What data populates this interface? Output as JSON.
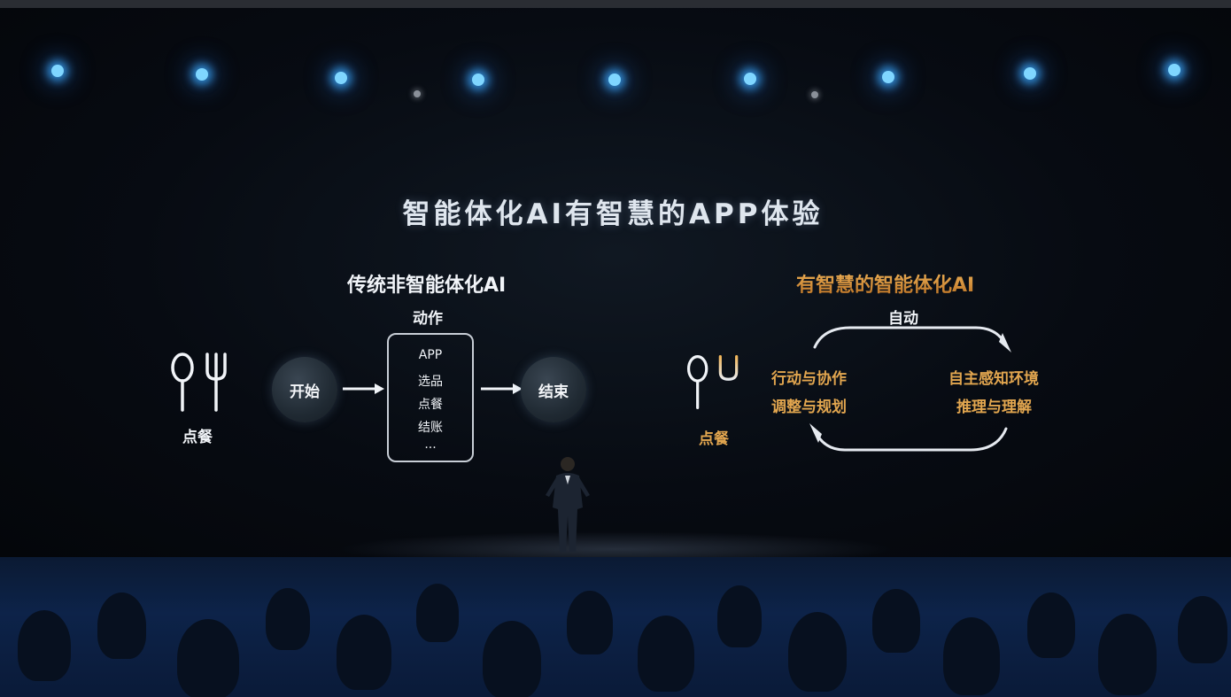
{
  "title": "智能体化AI有智慧的APP体验",
  "left": {
    "heading": "传统非智能体化AI",
    "icon_label": "点餐",
    "start": "开始",
    "end": "结束",
    "action_label": "动作",
    "action_items": [
      "APP",
      "选品",
      "点餐",
      "结账",
      "..."
    ]
  },
  "right": {
    "heading": "有智慧的智能体化AI",
    "icon_label": "点餐",
    "loop_label": "自动",
    "left_lines": [
      "行动与协作",
      "调整与规划"
    ],
    "right_lines": [
      "自主感知环境",
      "推理与理解"
    ]
  },
  "icons": {
    "cutlery_left": "cutlery-icon",
    "cutlery_right": "cutlery-icon"
  },
  "colors": {
    "gold": "#e2a64f",
    "white": "#f1f4f8",
    "stage_light": "#7fd6ff"
  }
}
